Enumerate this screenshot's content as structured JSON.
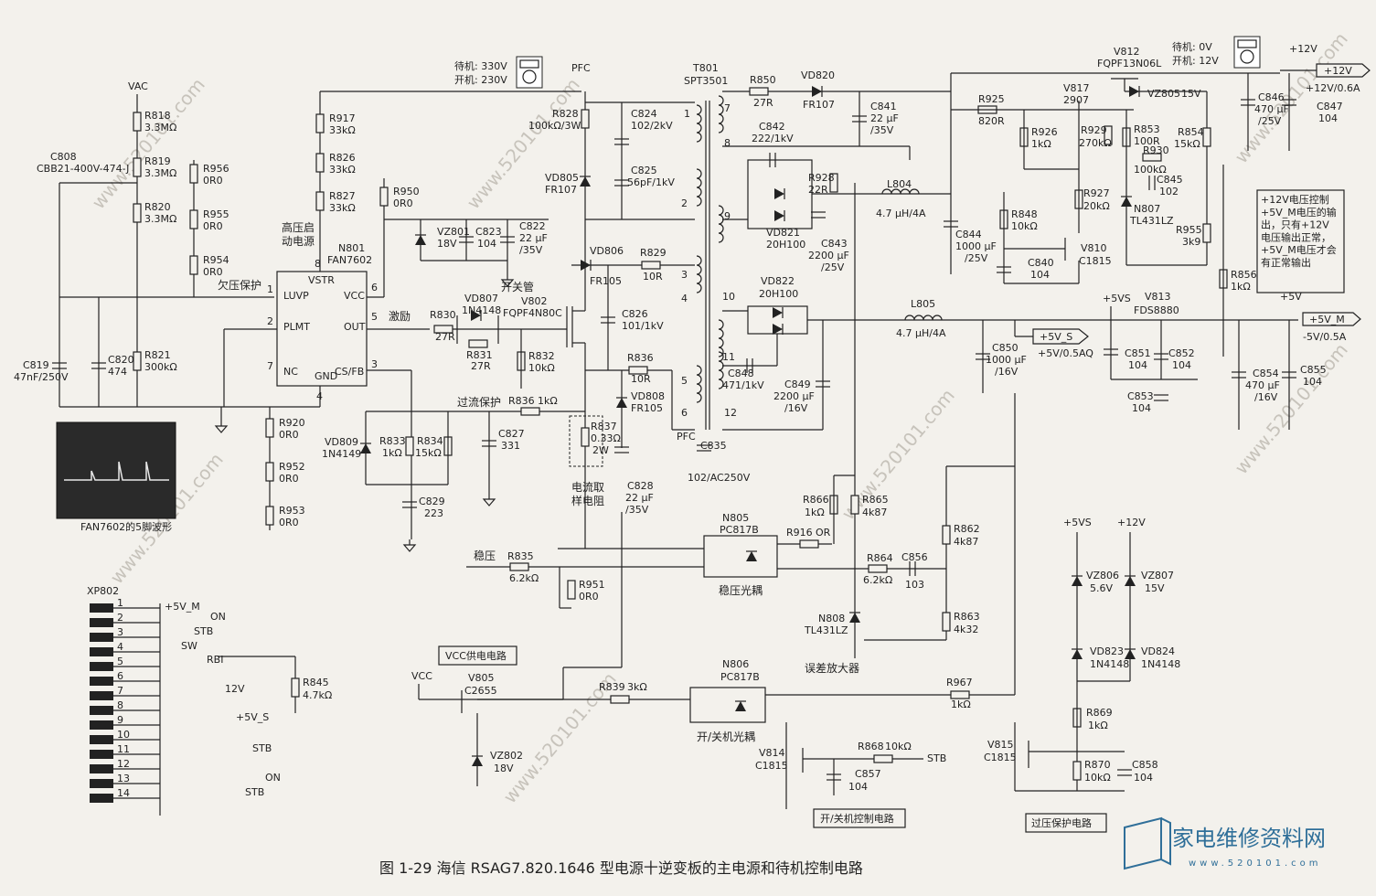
{
  "figure": {
    "caption": "图 1-29  海信 RSAG7.820.1646 型电源十逆变板的主电源和待机控制电路"
  },
  "watermark": {
    "site_url": "www.520101.com",
    "site_name": "家电维修资料网",
    "logo_text": "家电维修资料网",
    "logo_url": "www.520101.com"
  },
  "ic": {
    "n801_ref": "N801",
    "n801_part": "FAN7602",
    "pins": {
      "vstr": "VSTR",
      "luvp": "LUVP",
      "plmt": "PLMT",
      "nc": "NC",
      "vcc": "VCC",
      "out": "OUT",
      "gnd": "GND",
      "csfb": "CS/FB",
      "p1": "1",
      "p2": "2",
      "p7": "7",
      "p8": "8",
      "p6": "6",
      "p5": "5",
      "p3": "3",
      "p4": "4"
    }
  },
  "transformer": {
    "ref": "T801",
    "part": "SPT3501",
    "pins": [
      "1",
      "2",
      "3",
      "4",
      "5",
      "6",
      "7",
      "8",
      "9",
      "10",
      "11",
      "12"
    ]
  },
  "labels": {
    "vac": "VAC",
    "hv_start": "高压启\n动电源",
    "uv_protect": "欠压保护",
    "drive": "激励",
    "switch_tube": "开关管",
    "oc_protect": "过流保护",
    "current_sense": "电流取\n样电阻",
    "regulate": "稳压",
    "regulate_opto": "稳压光耦",
    "onoff_opto": "开/关机光耦",
    "error_amp": "误差放大器",
    "vcc_supply": "VCC供电电路",
    "onoff_ctrl": "开/关机控制电路",
    "ovp": "过压保护电路",
    "note": "+12V电压控制\n+5V_M电压的输\n出，只有+12V\n电压输出正常，\n+5V_M电压才会\n有正常输出",
    "osc_caption": "FAN7602的5脚波形",
    "pfc": "PFC",
    "vcc": "VCC",
    "stb": "STB",
    "on": "ON",
    "sw": "SW",
    "rbi": "RBI",
    "v12": "12V",
    "v5s_short": "+5V_S",
    "v5m_short": "+5V_M"
  },
  "meters": {
    "left": {
      "standby": "待机: 330V",
      "on": "开机: 230V"
    },
    "right": {
      "standby": "待机: 0V",
      "on": "开机: 12V"
    }
  },
  "outputs": {
    "v12_tag": "+12V",
    "v12_desc": "+12V/0.6A",
    "v12_rail": "+12V",
    "v5m_tag": "+5V_M",
    "v5m_desc": "-5V/0.5A",
    "v5_rail": "+5V",
    "v5s_tag": "+5V_S",
    "v5s_desc": "+5V/0.5AQ",
    "v5vs": "+5VS",
    "v5vs2": "+5VS",
    "v12b": "+12V"
  },
  "components": {
    "C808": [
      "C808",
      "CBB21-400V-474-J"
    ],
    "R818": [
      "R818",
      "3.3MΩ"
    ],
    "R819": [
      "R819",
      "3.3MΩ"
    ],
    "R820": [
      "R820",
      "3.3MΩ"
    ],
    "R956": [
      "R956",
      "0R0"
    ],
    "R955": [
      "R955",
      "0R0"
    ],
    "R954": [
      "R954",
      "0R0"
    ],
    "R917": [
      "R917",
      "33kΩ"
    ],
    "R826": [
      "R826",
      "33kΩ"
    ],
    "R827": [
      "R827",
      "33kΩ"
    ],
    "R950": [
      "R950",
      "0R0"
    ],
    "C819": [
      "C819",
      "47nF/250V"
    ],
    "C820": [
      "C820",
      "474"
    ],
    "R821": [
      "R821",
      "300kΩ"
    ],
    "R920": [
      "R920",
      "0R0"
    ],
    "R952": [
      "R952",
      "0R0"
    ],
    "R953": [
      "R953",
      "0R0"
    ],
    "VZ801": [
      "VZ801",
      "18V"
    ],
    "C823": [
      "C823",
      "104"
    ],
    "C822": [
      "C822",
      "22 μF",
      "/35V"
    ],
    "R828": [
      "R828",
      "100kΩ/3W"
    ],
    "C824": [
      "C824",
      "102/2kV"
    ],
    "C825": [
      "C825",
      "56pF/1kV"
    ],
    "VD805": [
      "VD805",
      "FR107"
    ],
    "VD806": [
      "VD806",
      "FR105"
    ],
    "R829": [
      "R829",
      "10R"
    ],
    "VD807": [
      "VD807",
      "1N4148"
    ],
    "R830": [
      "R830",
      "27R"
    ],
    "R831": [
      "R831",
      "27R"
    ],
    "V802": [
      "V802",
      "FQPF4N80C"
    ],
    "R832": [
      "R832",
      "10kΩ"
    ],
    "C826": [
      "C826",
      "101/1kV"
    ],
    "R836a": [
      "R836",
      "10R"
    ],
    "VD808": [
      "VD808",
      "FR105"
    ],
    "R836b": [
      "R836",
      "1kΩ"
    ],
    "C827": [
      "C827",
      "331"
    ],
    "VD809": [
      "VD809",
      "1N4149"
    ],
    "R833": [
      "R833",
      "1kΩ"
    ],
    "R834": [
      "R834",
      "15kΩ"
    ],
    "C829": [
      "C829",
      "223"
    ],
    "R837": [
      "R837",
      "0.33Ω",
      "2W"
    ],
    "C828": [
      "C828",
      "22 μF",
      "/35V"
    ],
    "C835": [
      "C835",
      "102/AC250V"
    ],
    "R850": [
      "R850",
      "27R"
    ],
    "VD820": [
      "VD820",
      "FR107"
    ],
    "C841": [
      "C841",
      "22 μF",
      "/35V"
    ],
    "C842": [
      "C842",
      "222/1kV"
    ],
    "R928": [
      "R928",
      "22R"
    ],
    "VD821": [
      "VD821",
      "20H100"
    ],
    "L804": [
      "L804",
      "4.7 μH/4A"
    ],
    "C843": [
      "C843",
      "2200 μF",
      "/25V"
    ],
    "C844": [
      "C844",
      "1000 μF",
      "/25V"
    ],
    "VD822": [
      "VD822",
      "20H100"
    ],
    "C848": [
      "C848",
      "471/1kV"
    ],
    "C849": [
      "C849",
      "2200 μF",
      "/16V"
    ],
    "L805": [
      "L805",
      "4.7 μH/4A"
    ],
    "C850": [
      "C850",
      "1000 μF",
      "/16V"
    ],
    "V812": [
      "V812",
      "FQPF13N06L"
    ],
    "R925": [
      "R925",
      "820R"
    ],
    "V817": [
      "V817",
      "2907"
    ],
    "R926": [
      "R926",
      "1kΩ"
    ],
    "R929": [
      "R929",
      "270kΩ"
    ],
    "VZ805": [
      "VZ805",
      "15V"
    ],
    "R853": [
      "R853",
      "100R"
    ],
    "R930": [
      "R930",
      "100kΩ"
    ],
    "C845": [
      "C845",
      "102"
    ],
    "R854": [
      "R854",
      "15kΩ"
    ],
    "R927": [
      "R927",
      "20kΩ"
    ],
    "N807": [
      "N807",
      "TL431LZ"
    ],
    "R955b": [
      "R955",
      "3k9"
    ],
    "R848": [
      "R848",
      "10kΩ"
    ],
    "V810": [
      "V810",
      "C1815"
    ],
    "C840": [
      "C840",
      "104"
    ],
    "C846": [
      "C846",
      "470 μF",
      "/25V"
    ],
    "C847": [
      "C847",
      "104"
    ],
    "R856": [
      "R856",
      "1kΩ"
    ],
    "V813": [
      "V813",
      "FDS8880"
    ],
    "C851": [
      "C851",
      "104"
    ],
    "C852": [
      "C852",
      "104"
    ],
    "C853": [
      "C853",
      "104"
    ],
    "C854": [
      "C854",
      "470 μF",
      "/16V"
    ],
    "C855": [
      "C855",
      "104"
    ],
    "N805": [
      "N805",
      "PC817B"
    ],
    "R916": [
      "R916",
      "OR"
    ],
    "R866": [
      "R866",
      "1kΩ"
    ],
    "R865": [
      "R865",
      "4k87"
    ],
    "R862": [
      "R862",
      "4k87"
    ],
    "R864": [
      "R864",
      "6.2kΩ"
    ],
    "C856": [
      "C856",
      "103"
    ],
    "N808": [
      "N808",
      "TL431LZ"
    ],
    "R863": [
      "R863",
      "4k32"
    ],
    "R835": [
      "R835",
      "6.2kΩ"
    ],
    "R951": [
      "R951",
      "0R0"
    ],
    "XP802": [
      "XP802"
    ],
    "R845": [
      "R845",
      "4.7kΩ"
    ],
    "V805": [
      "V805",
      "C2655"
    ],
    "VZ802": [
      "VZ802",
      "18V"
    ],
    "R839": [
      "R839",
      "3kΩ"
    ],
    "N806": [
      "N806",
      "PC817B"
    ],
    "R967": [
      "R967",
      "1kΩ"
    ],
    "V814": [
      "V814",
      "C1815"
    ],
    "R868": [
      "R868",
      "10kΩ"
    ],
    "C857": [
      "C857",
      "104"
    ],
    "VZ806": [
      "VZ806",
      "5.6V"
    ],
    "VZ807": [
      "VZ807",
      "15V"
    ],
    "VD823": [
      "VD823",
      "1N4148"
    ],
    "VD824": [
      "VD824",
      "1N4148"
    ],
    "R869": [
      "R869",
      "1kΩ"
    ],
    "V815": [
      "V815",
      "C1815"
    ],
    "R870": [
      "R870",
      "10kΩ"
    ],
    "C858": [
      "C858",
      "104"
    ]
  },
  "connector_pins": [
    "1",
    "2",
    "3",
    "4",
    "5",
    "6",
    "7",
    "8",
    "9",
    "10",
    "11",
    "12",
    "13",
    "14"
  ]
}
